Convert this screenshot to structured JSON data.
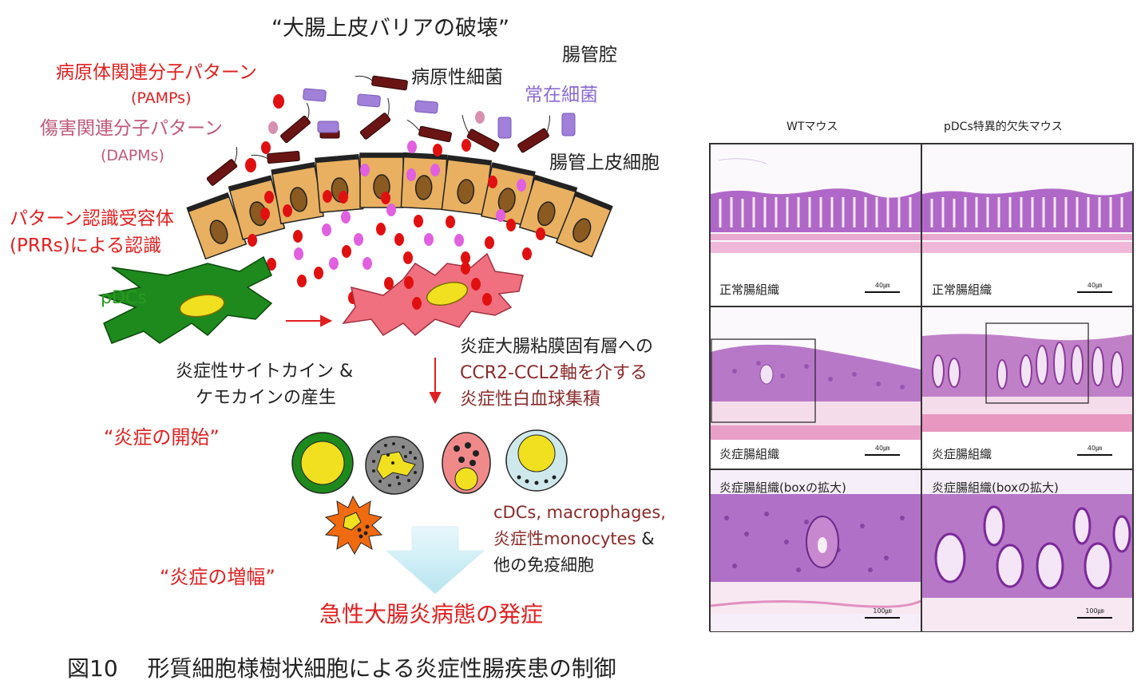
{
  "diagram": {
    "title": "“大腸上皮バリアの破壊”",
    "lumen": "腸管腔",
    "pamps": "病原体関連分子パターン",
    "pamps_abbr": "(PAMPs)",
    "dapms": "傷害関連分子パターン",
    "dapms_abbr": "(DAPMs)",
    "pathogenic_bacteria": "病原性細菌",
    "commensal_bacteria": "常在細菌",
    "epithelial_cells": "腸管上皮細胞",
    "prr_line1": "パターン認識受容体",
    "prr_line2": "(PRRs)による認識",
    "pdcs": "pDCs",
    "cytokine_line1": "炎症性サイトカイン &",
    "cytokine_line2": "ケモカインの産生",
    "accum_line1": "炎症大腸粘膜固有層への",
    "accum_line2": "CCR2-CCL2軸を介する",
    "accum_line3": "炎症性白血球集積",
    "onset": "“炎症の開始”",
    "amplify": "“炎症の増幅”",
    "cells_line1": "cDCs, macrophages,",
    "cells_line2_a": "炎症性",
    "cells_line2_b": "monocytes",
    "cells_line2_c": " &",
    "cells_line3": "他の免疫細胞",
    "outcome": "急性大腸炎病態の発症"
  },
  "histology": {
    "col_wt": "WTマウス",
    "col_ko": "pDCs特異的欠失マウス",
    "normal": "正常腸組織",
    "inflamed": "炎症腸組織",
    "inflamed_box": "炎症腸組織(boxの拡大)",
    "scale_40": "40㎛",
    "scale_100": "100㎛"
  },
  "caption": "図10　 形質細胞様樹状細胞による炎症性腸疾患の制御",
  "colors": {
    "accent_red": "#e02020",
    "epithelium": "#e8b060",
    "pdc_green": "#1e8a1e",
    "activated_pdc": "#f07080",
    "he_purple": "#b070c0"
  }
}
